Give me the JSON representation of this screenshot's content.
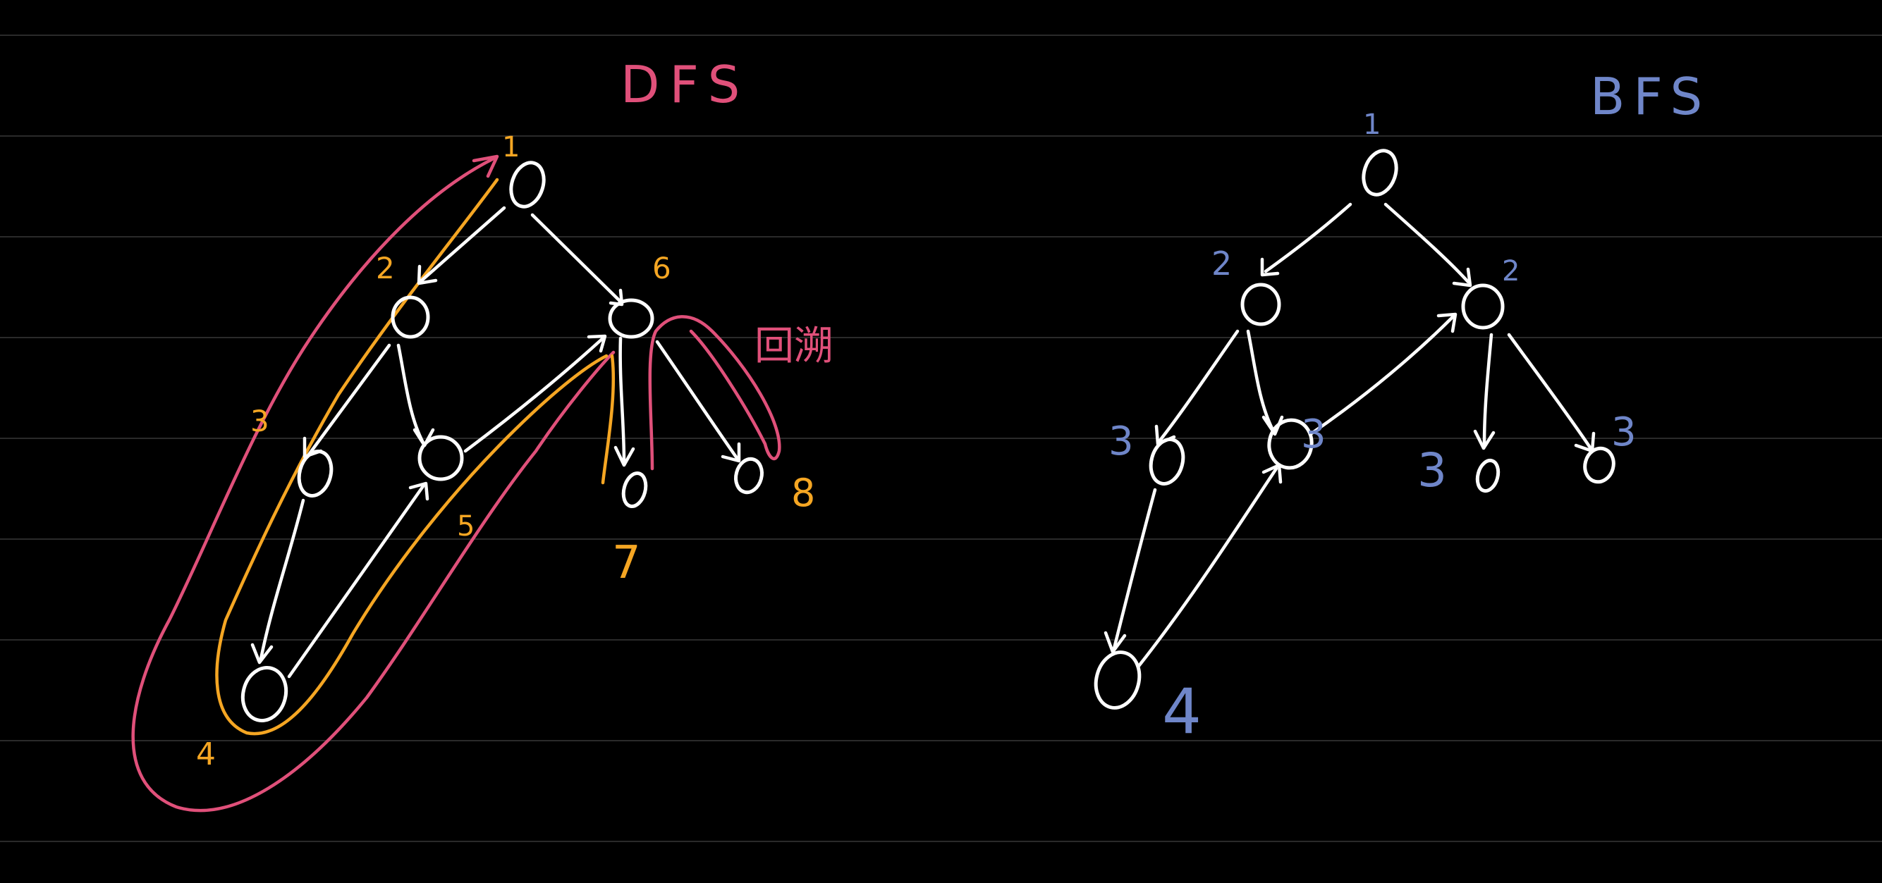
{
  "colors": {
    "background": "#000000",
    "rule_line": "#2a2a2a",
    "node": "#ffffff",
    "dfs_accent": "#e0507a",
    "dfs_order": "#f5a623",
    "bfs_accent": "#6f86c9"
  },
  "dfs": {
    "title": "DFS",
    "backtrack_label": "回溯",
    "order_labels": [
      "1",
      "2",
      "3",
      "4",
      "5",
      "6",
      "7",
      "8"
    ]
  },
  "bfs": {
    "title": "BFS",
    "level_labels": [
      "1",
      "2",
      "2",
      "3",
      "3",
      "3",
      "3",
      "4"
    ]
  }
}
